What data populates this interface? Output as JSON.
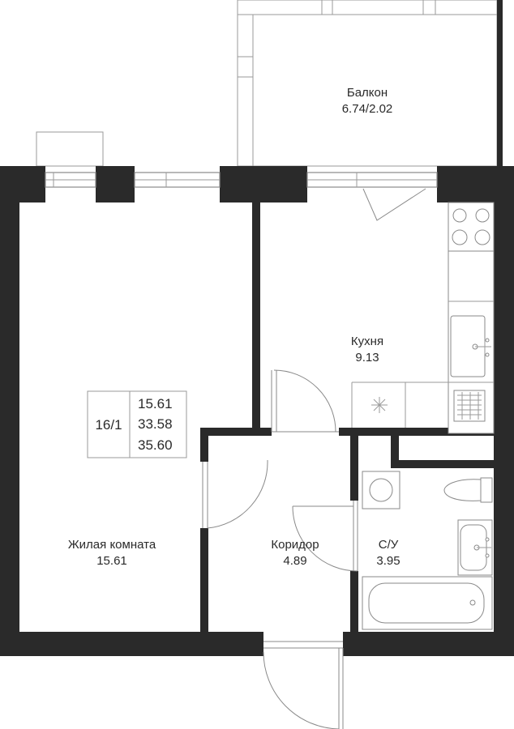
{
  "rooms": {
    "balcony": {
      "name": "Балкон",
      "area": "6.74/2.02"
    },
    "kitchen": {
      "name": "Кухня",
      "area": "9.13"
    },
    "living": {
      "name": "Жилая комната",
      "area": "15.61"
    },
    "corridor": {
      "name": "Коридор",
      "area": "4.89"
    },
    "bathroom": {
      "name": "С/У",
      "area": "3.95"
    }
  },
  "summary": {
    "apartment_number": "16/1",
    "living_area": "15.61",
    "total_area": "33.58",
    "total_area_with_balcony": "35.60"
  }
}
